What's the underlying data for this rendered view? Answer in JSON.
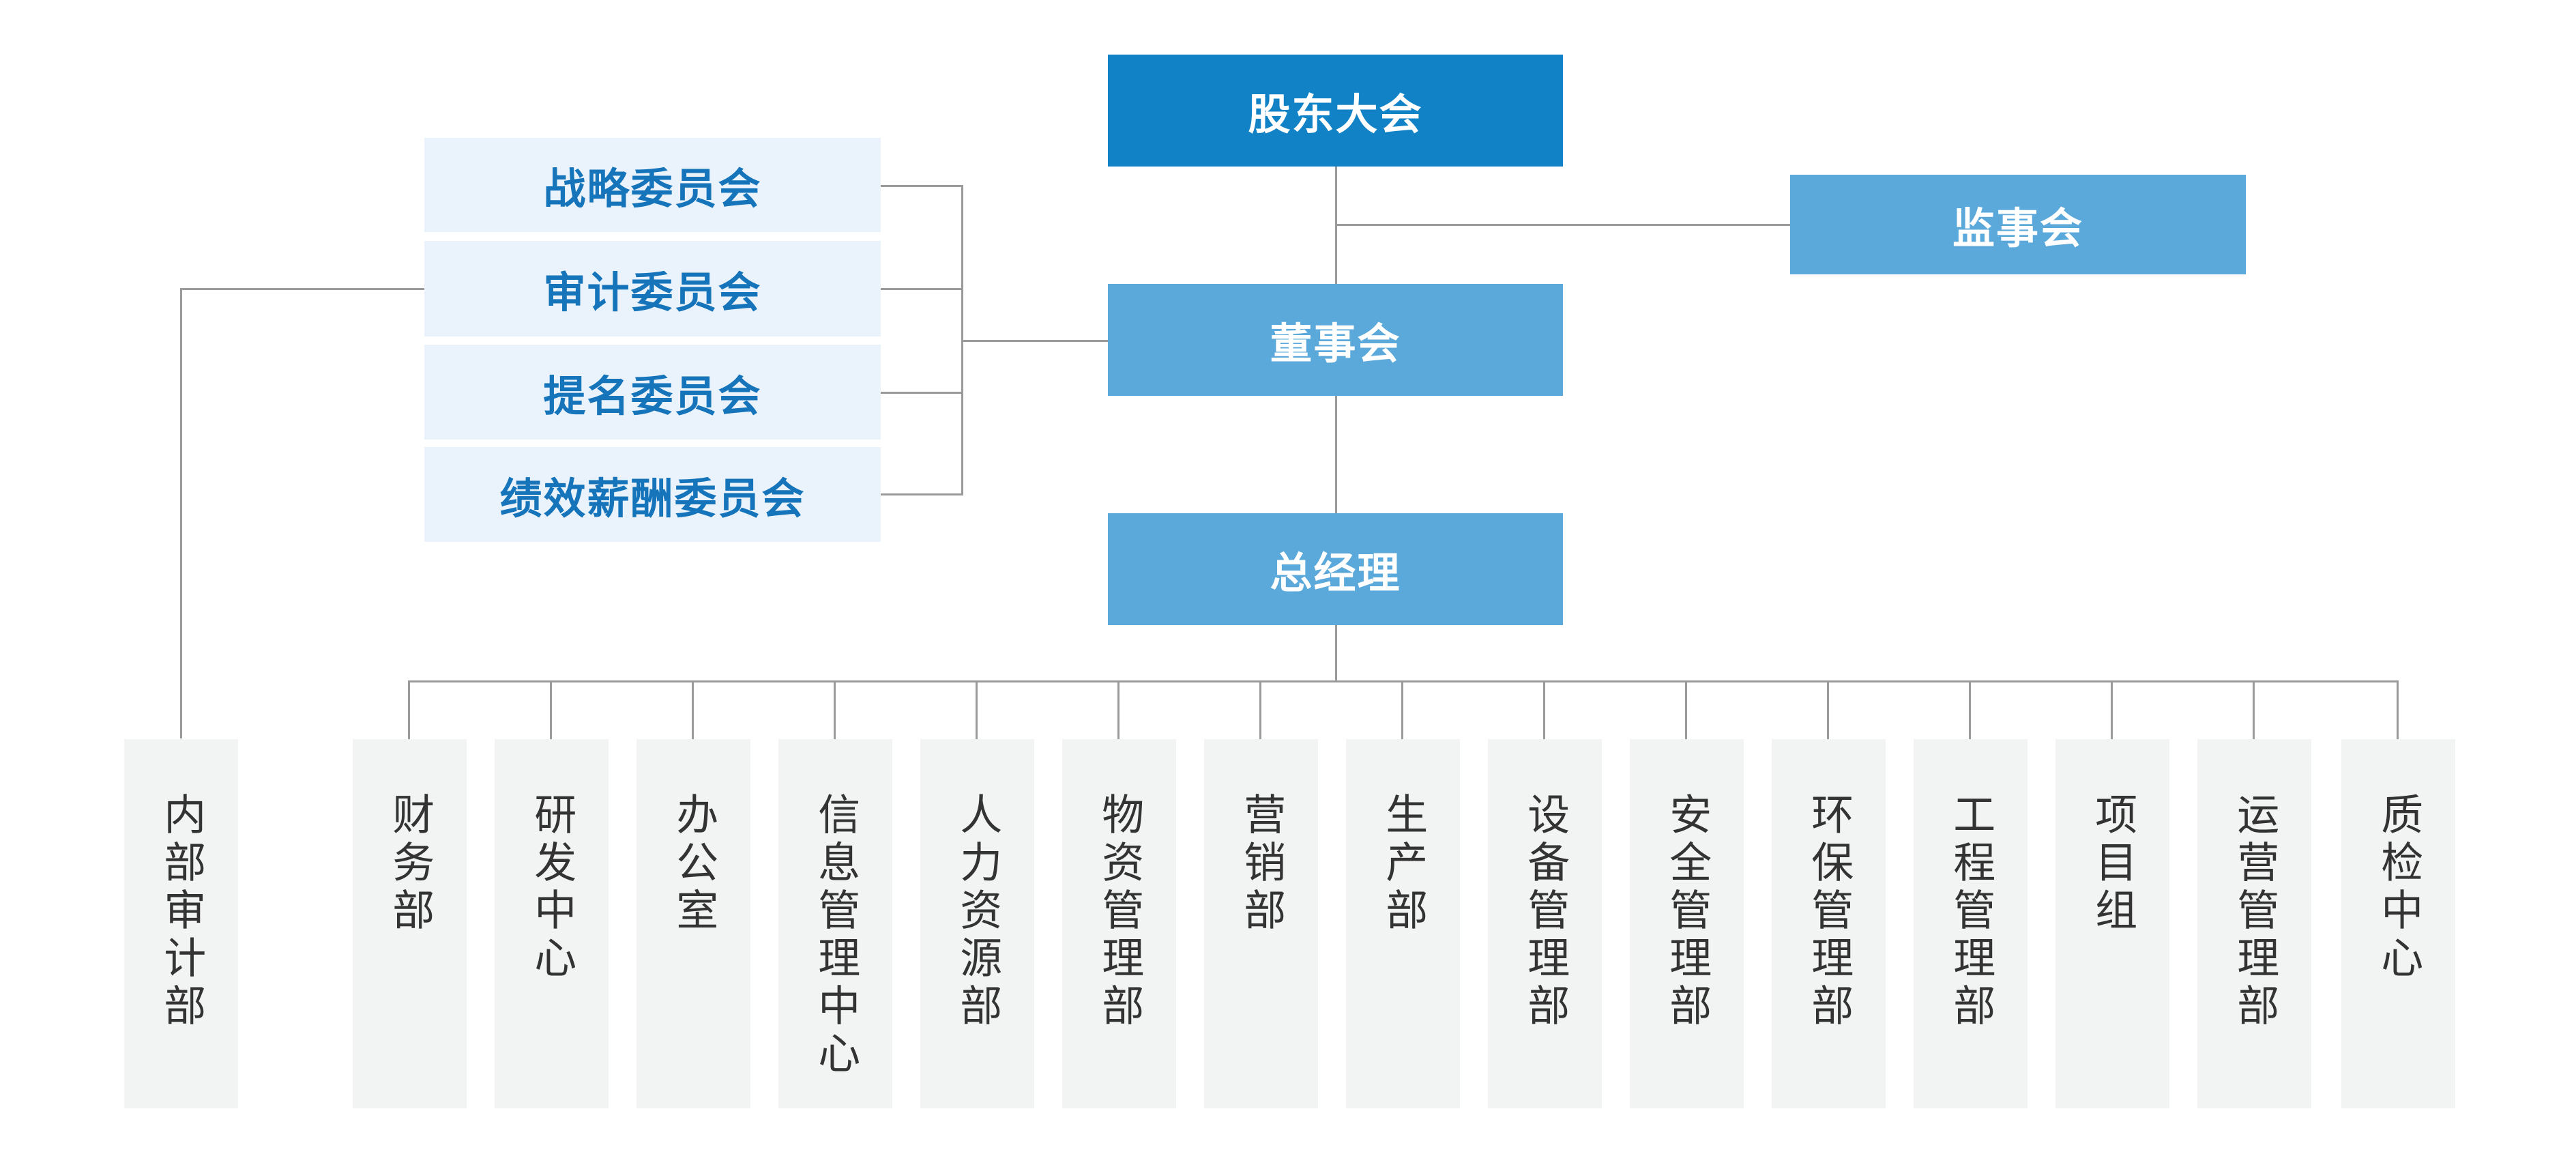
{
  "top": {
    "shareholders": "股东大会",
    "supervisory_board": "监事会",
    "board": "董事会",
    "general_manager": "总经理"
  },
  "committees": [
    "战略委员会",
    "审计委员会",
    "提名委员会",
    "绩效薪酬委员会"
  ],
  "internal_audit": "内部审计部",
  "departments": [
    "财务部",
    "研发中心",
    "办公室",
    "信息管理中心",
    "人力资源部",
    "物资管理部",
    "营销部",
    "生产部",
    "设备管理部",
    "安全管理部",
    "环保管理部",
    "工程管理部",
    "项目组",
    "运营管理部",
    "质检中心"
  ],
  "colors": {
    "top_dark": "#1282c6",
    "top_light": "#5aa9da",
    "committee_bg": "#eaf3fb",
    "committee_text": "#1674bb",
    "department_bg": "#f2f3f3",
    "department_text": "#333333",
    "connector": "#9a9a9a"
  }
}
